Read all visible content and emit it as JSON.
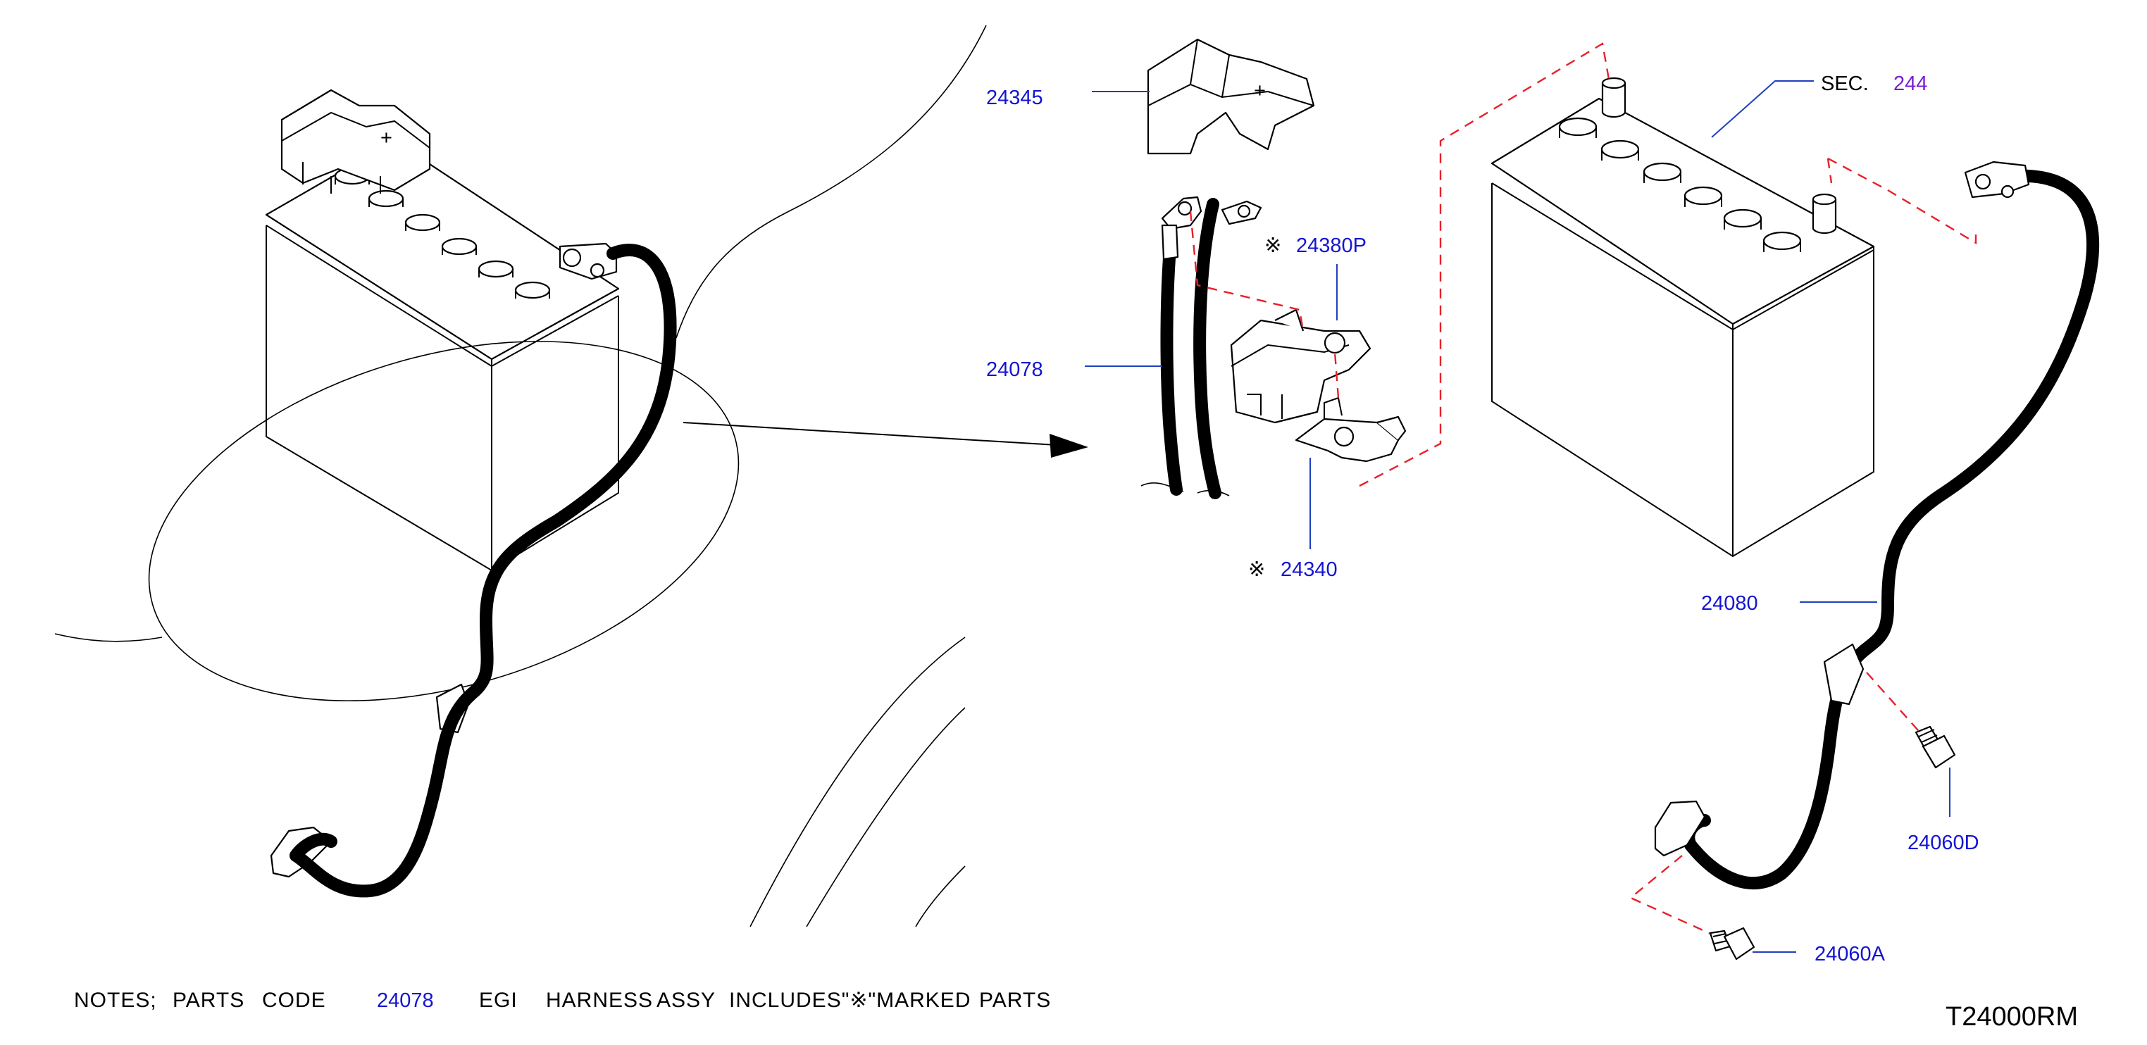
{
  "parts": {
    "p24345": "24345",
    "p24380P": "24380P",
    "p24078": "24078",
    "p24340": "24340",
    "p24080": "24080",
    "p24060D": "24060D",
    "p24060A": "24060A"
  },
  "marker": "※",
  "section": {
    "label": "SEC.",
    "number": "244"
  },
  "notes": {
    "prefix": "NOTES;",
    "w1": "PARTS",
    "w2": "CODE",
    "code": "24078",
    "w3": "EGI",
    "w4": "HARNESS",
    "w5": "ASSY",
    "w6": "INCLUDES\"※\"MARKED",
    "w7": "PARTS"
  },
  "diagram_code": "T24000RM",
  "colors": {
    "part_number": "#1414d2",
    "section_number": "#7a1fd0",
    "dashed_guides": "#e8202a",
    "leader_lines": "#1f3fbf"
  },
  "terminal_symbol": "+"
}
